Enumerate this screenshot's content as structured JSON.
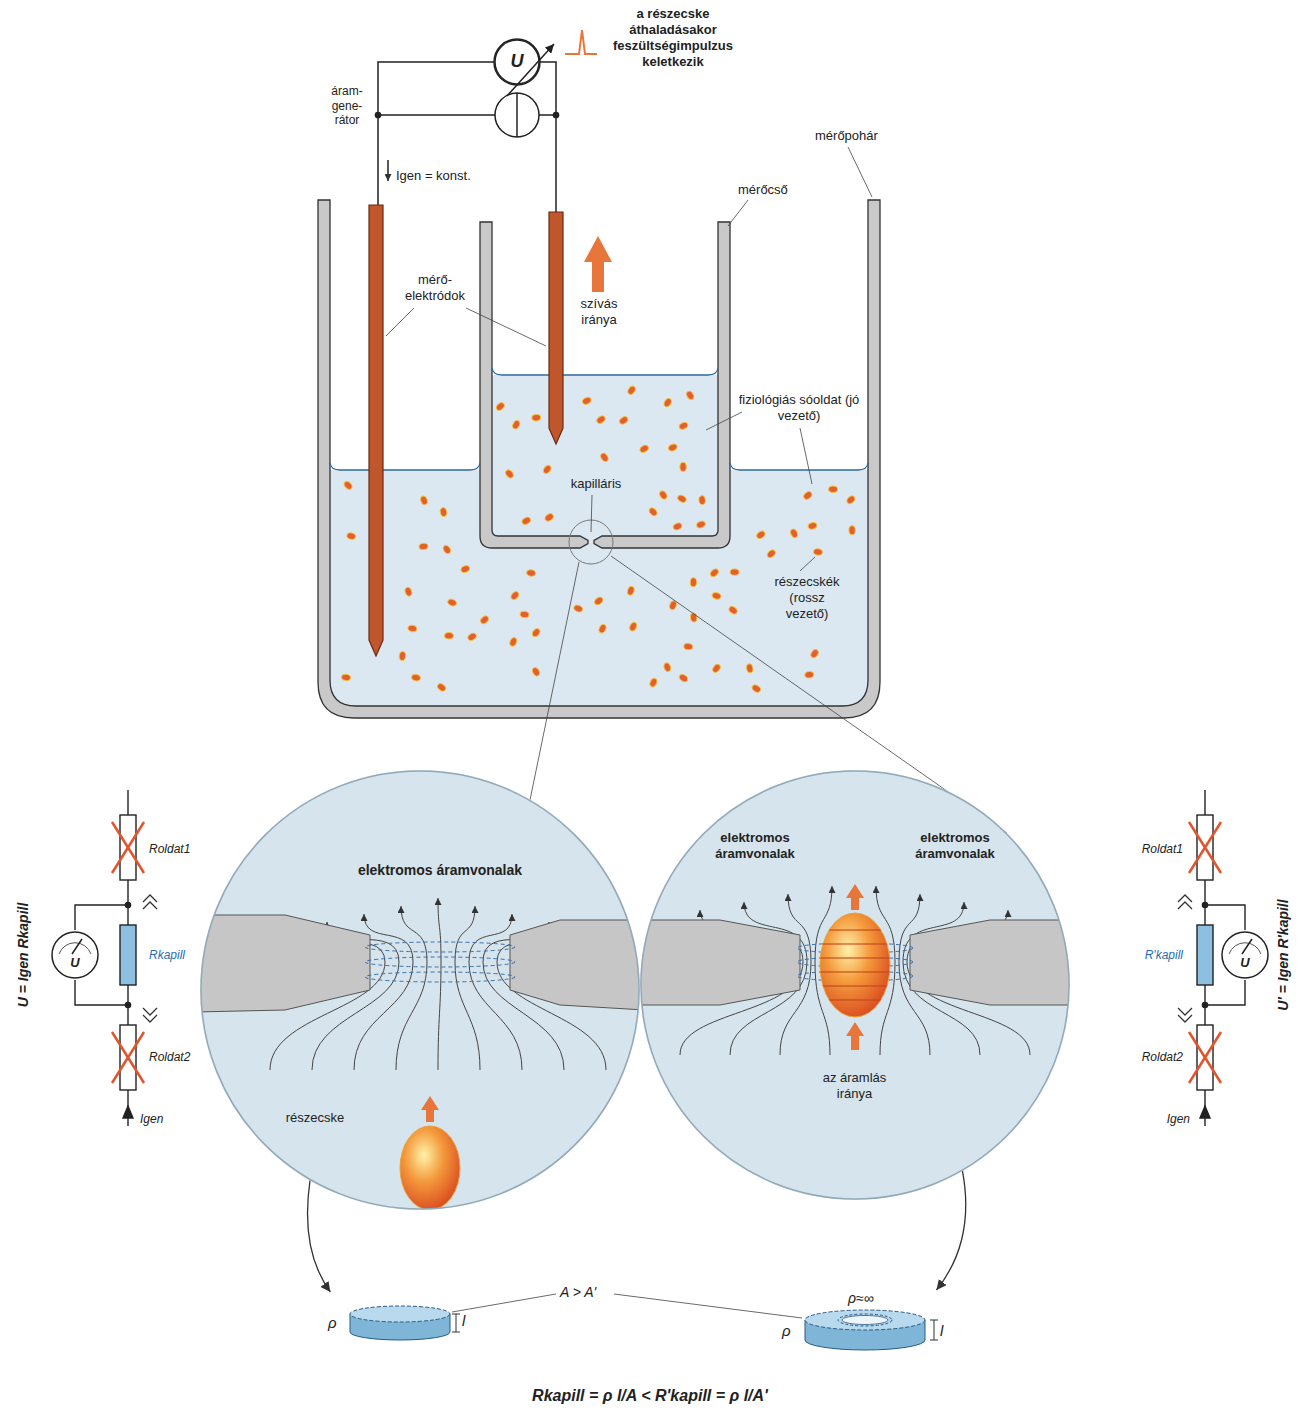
{
  "diagram": {
    "nodes": [
      {
        "text": [
          "U"
        ]
      },
      {
        "text": [
          "U"
        ]
      },
      {
        "text": [
          "elektromos áramvonalak",
          "részecske"
        ]
      },
      {
        "text": [
          "elektromos áramvonalak",
          "elektromos áramvonalak",
          "az áramlás iránya"
        ]
      },
      {
        "text": [
          "U"
        ]
      },
      {
        "text": [
          "ρ",
          "l"
        ]
      },
      {
        "text": [
          "ρ≈∞",
          "ρ",
          "l"
        ]
      }
    ],
    "edges": [
      {
        "from": 2,
        "to": 5,
        "arrow": "to"
      },
      {
        "from": 3,
        "to": 6,
        "arrow": "to"
      }
    ],
    "labels": [
      "a részecske áthaladásakor feszültségimpulzus keletkezik",
      "áram- gene- rátor",
      "Igen = konst.",
      "mérőpohár",
      "mérőcső",
      "mérő- elektródok",
      "szívás iránya",
      "fiziológiás sóoldat (jó vezető)",
      "kapilláris",
      "részecskék (rossz vezető)",
      "U = Igen Rkapill",
      "Roldat1",
      "Rkapill",
      "Roldat2",
      "Igen",
      "Roldat1",
      "R'kapill",
      "Roldat2",
      "Igen",
      "U' = Igen R'kapill",
      "A > A'",
      "Rkapill = ρ l/A < R'kapill = ρ l/A'"
    ]
  }
}
